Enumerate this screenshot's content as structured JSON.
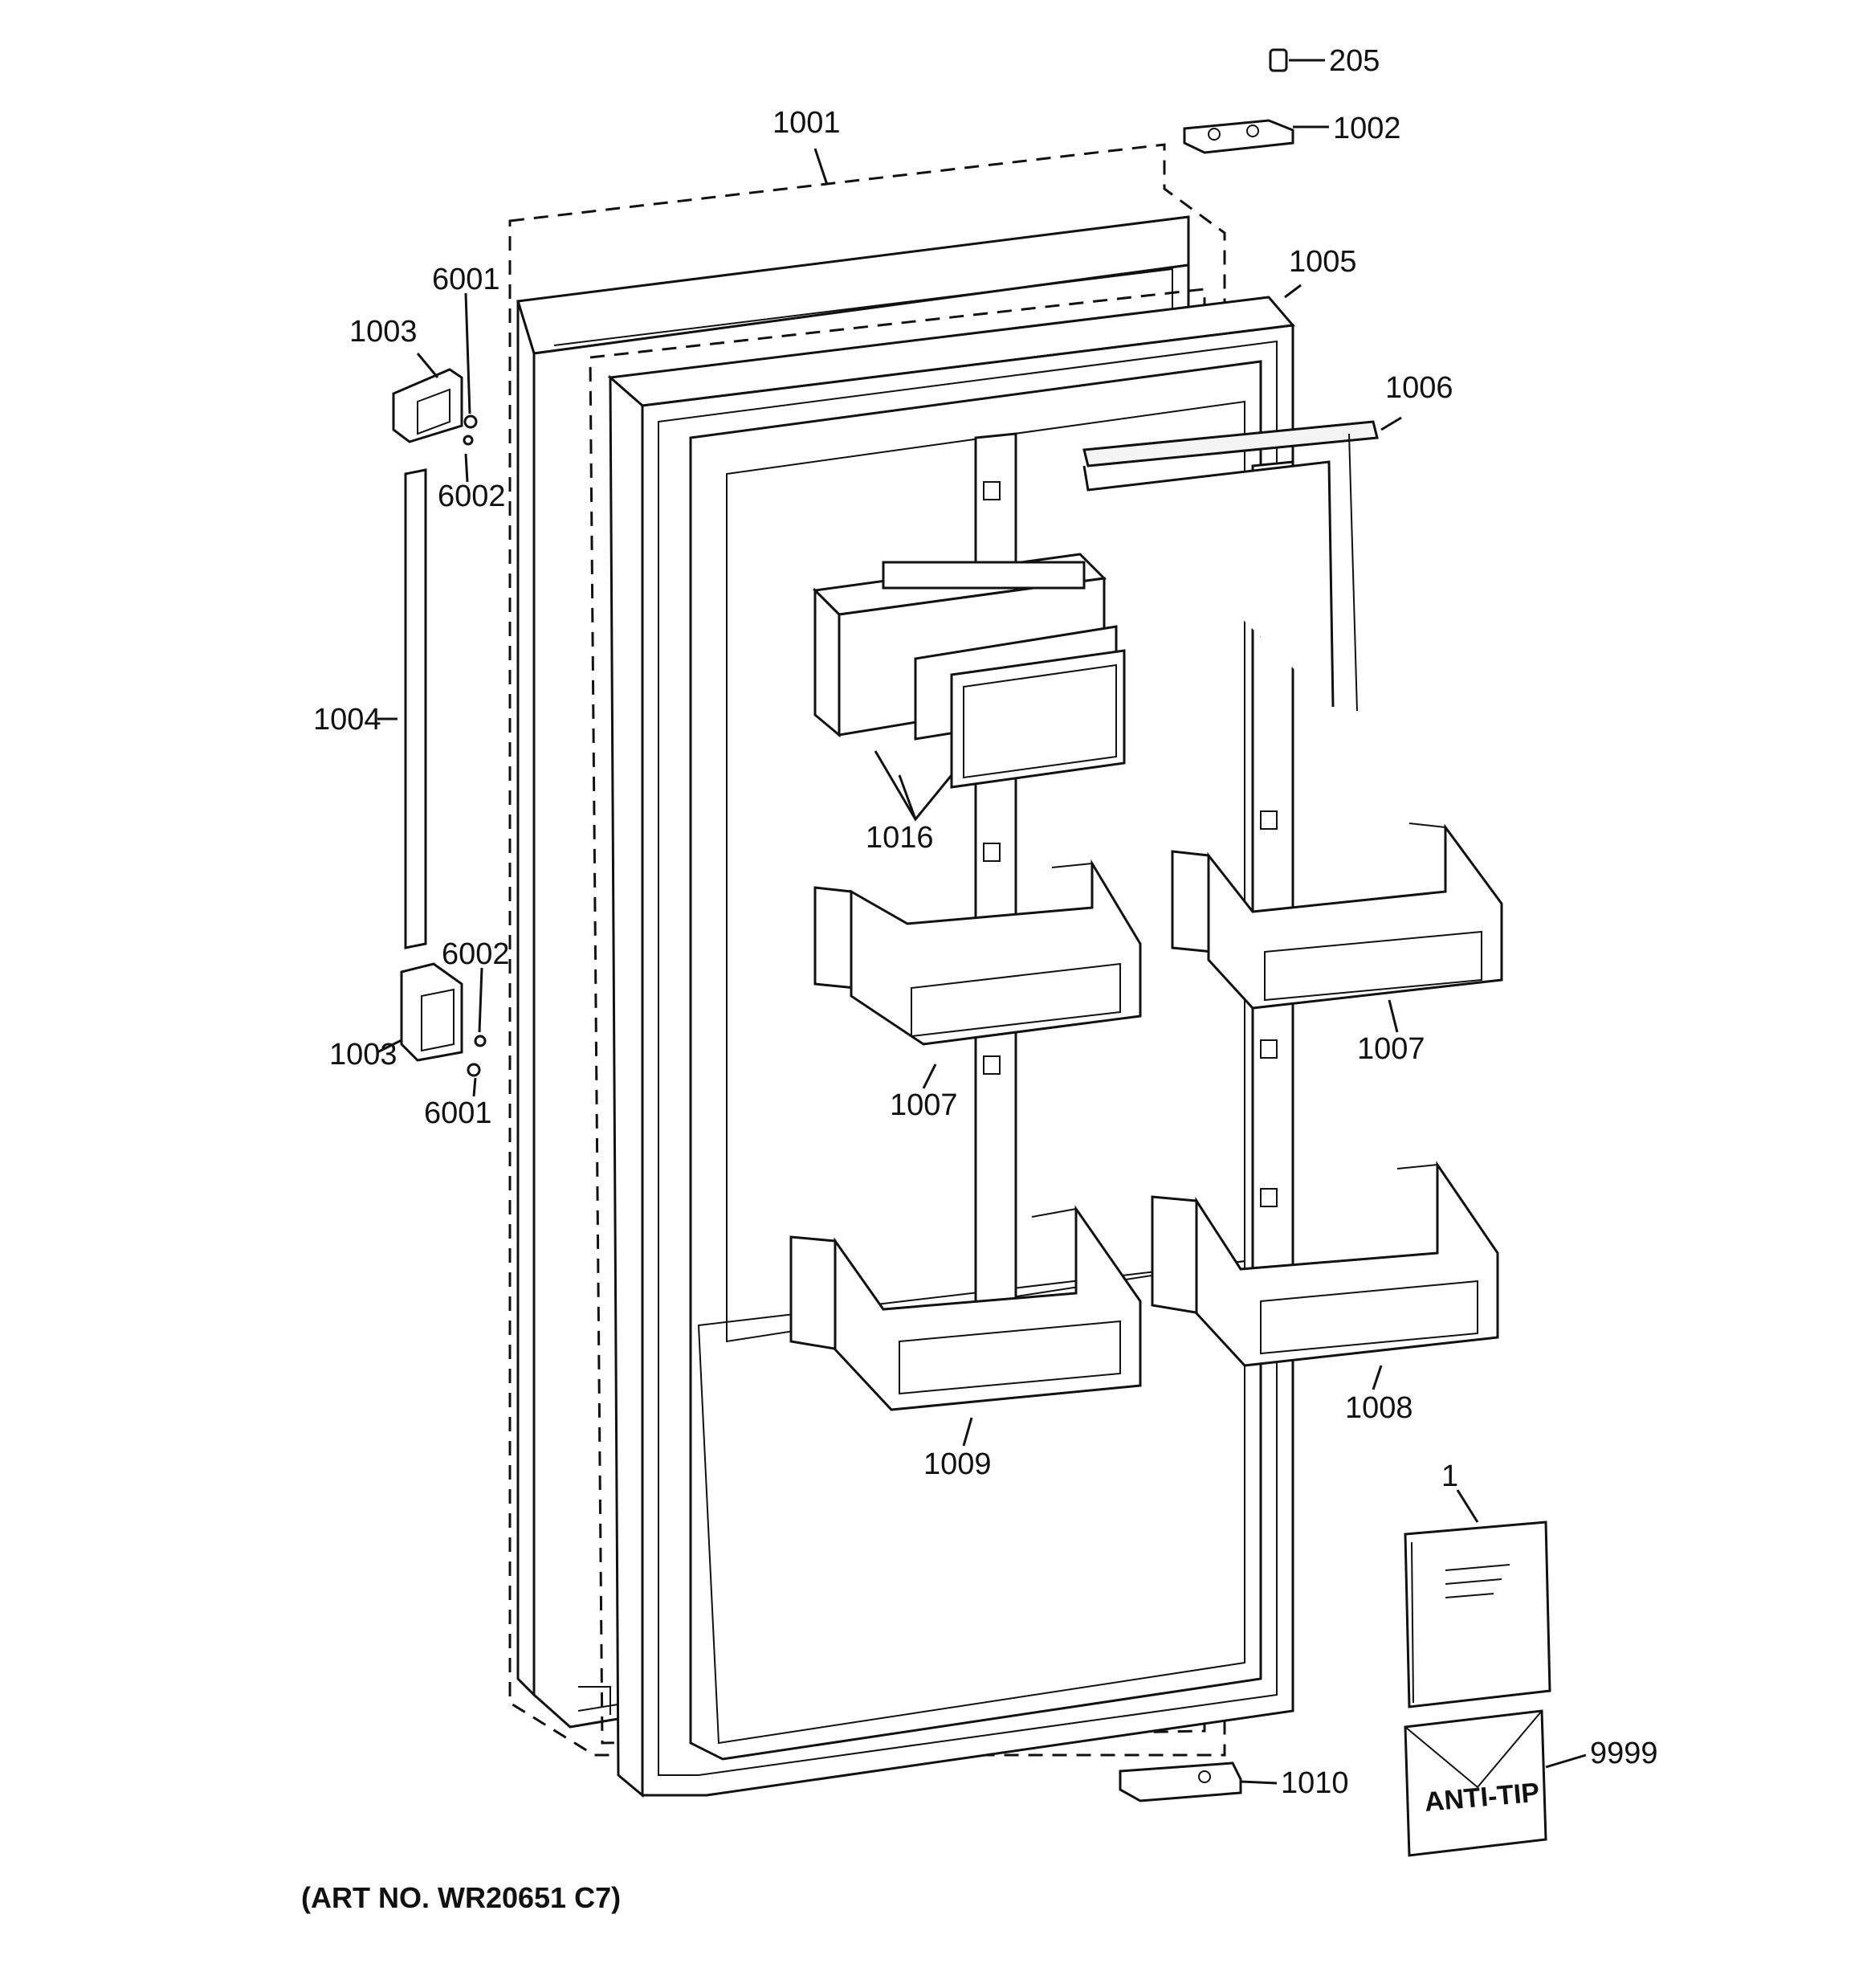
{
  "callouts": {
    "c205": "205",
    "c1002": "1002",
    "c1001": "1001",
    "c1005": "1005",
    "c1006": "1006",
    "c6001_top": "6001",
    "c1003_top": "1003",
    "c6002_top": "6002",
    "c1004": "1004",
    "c1016": "1016",
    "c6002_bottom": "6002",
    "c1003_bottom": "1003",
    "c6001_bottom": "6001",
    "c1007_right": "1007",
    "c1007_left": "1007",
    "c1009": "1009",
    "c1008": "1008",
    "c1": "1",
    "c9999": "9999",
    "c1010": "1010"
  },
  "anti_tip_text": "ANTI-TIP",
  "art_number": "(ART NO. WR20651 C7)"
}
